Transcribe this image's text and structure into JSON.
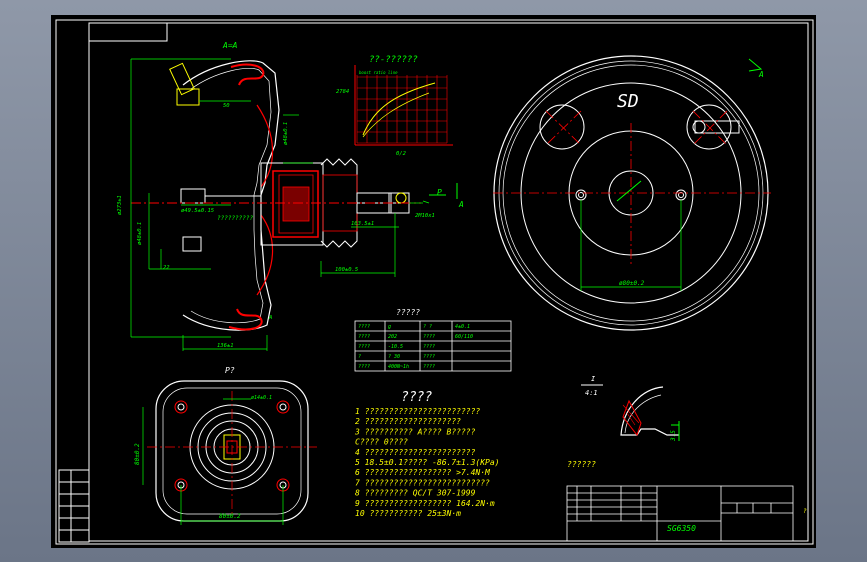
{
  "viewport": {
    "bg_color": "#000000",
    "outside_color": "#7c8596"
  },
  "colors": {
    "frame": "#ffffff",
    "dim": "#00ff00",
    "red": "#ff0000",
    "green": "#00ff00",
    "yellow": "#ffff00",
    "cyan": "#00ffff"
  },
  "section_view": {
    "title": "A=A",
    "dims": {
      "height_total": "ø273±1",
      "height_inner": "ø48±0.1",
      "dia_small": "ø49.5±0.15",
      "d50": "50",
      "d22": "22",
      "width": "136±1",
      "d100": "100±0.5",
      "d163": "163.5±1",
      "d2m": "2M10x1",
      "d48": "ø48±0.1",
      "dA": "A"
    },
    "label_2": "??????????",
    "p_label": "P",
    "a_label": "A"
  },
  "graph": {
    "title": "??-??????",
    "ylabel": "2784",
    "xlabel": "0/2",
    "legend": "boost ratio line"
  },
  "front_view": {
    "letter": "SD",
    "dim": "ø80±0.2",
    "view_label": "A"
  },
  "table": {
    "title": "?????",
    "rows": [
      [
        "????",
        "g",
        "? ?",
        "4±0.1"
      ],
      [
        "????",
        "202",
        "????",
        "60/110"
      ],
      [
        "????",
        "-10.5",
        "????",
        ""
      ],
      [
        "?",
        "? 30",
        "????",
        ""
      ],
      [
        "????",
        "400N~1h",
        "????",
        ""
      ]
    ]
  },
  "p_view": {
    "label": "P?",
    "dim_h": "80±0.2",
    "dim_v": "80±0.2",
    "dim_small": "ø14±0.1"
  },
  "notes": {
    "title": "????",
    "items": [
      "1  ????????????????????????",
      "2  ????????????????????",
      "3  ??????????   A????   B?????",
      "    C????   0????",
      "4  ???????????????????????",
      "5  18.5±0.1?????   -86.7±1.3(KPa)",
      "6  ??????????????????       >7.4N·M",
      "7  ??????????????????????????",
      "8  ?????????     QC/T 307-1999",
      "9  ??????????????????       164.2N·m",
      "10  ???????????     25±3N·m"
    ]
  },
  "detail": {
    "scale_top": "I",
    "scale_bottom": "4:1",
    "dim": "3.5",
    "caption": "??????"
  },
  "title_block": {
    "drawing_no": "SG6350",
    "mark": "?"
  }
}
